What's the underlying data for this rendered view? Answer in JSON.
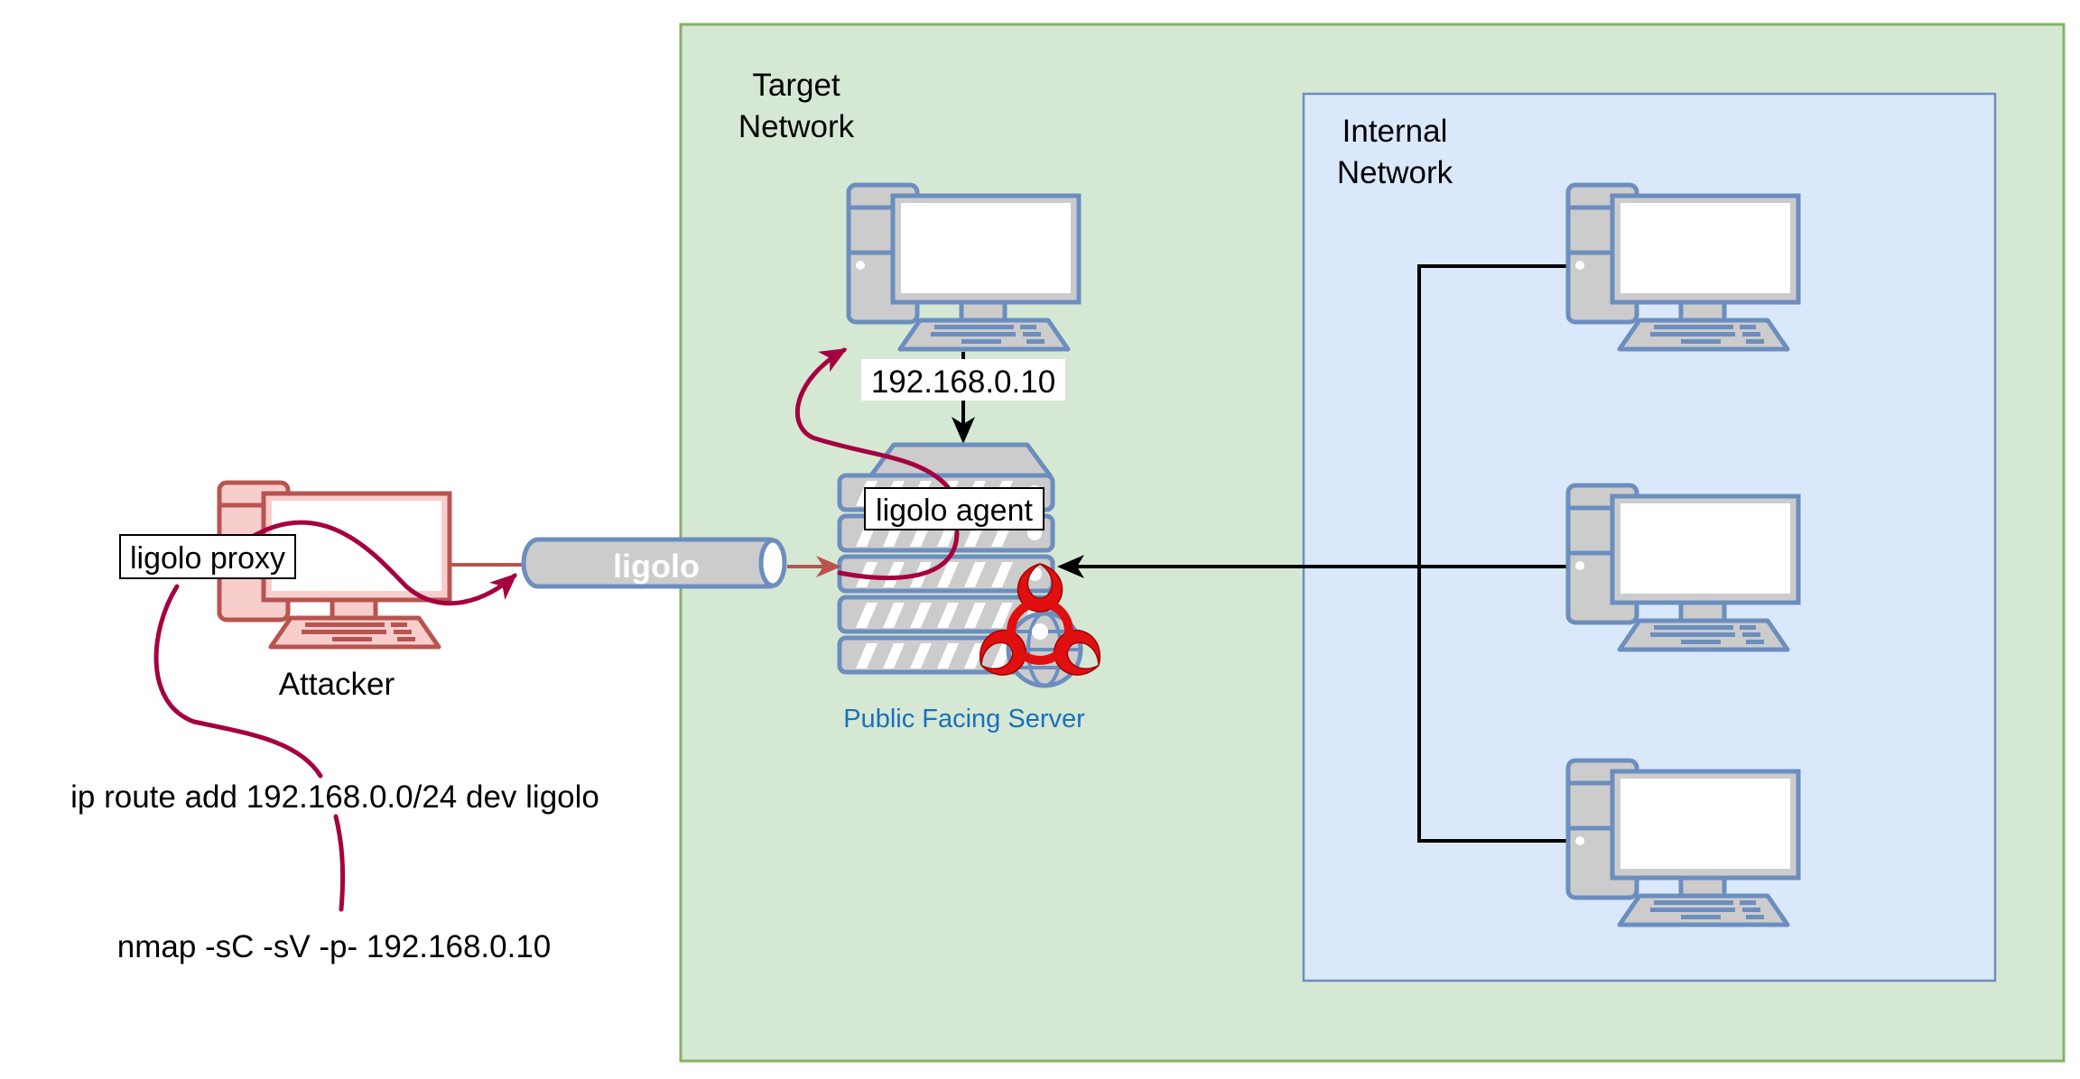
{
  "diagram": {
    "attacker": {
      "label": "Attacker",
      "proxy_label": "ligolo proxy",
      "colors": {
        "stroke": "#b85450",
        "fill": "#f8cecc"
      }
    },
    "tunnel": {
      "label": "ligolo"
    },
    "commands": [
      "ip route add 192.168.0.0/24 dev ligolo",
      "nmap -sC -sV -p- 192.168.0.10"
    ],
    "target_network": {
      "title_line1": "Target",
      "title_line2": "Network",
      "fill": "#d5e8d4",
      "stroke": "#82b366",
      "target_host_ip": "192.168.0.10",
      "server": {
        "label": "Public Facing Server",
        "agent_label": "ligolo agent",
        "label_color": "#1a6fbf",
        "compromised_icon": "biohazard-icon"
      }
    },
    "internal_network": {
      "title_line1": "Internal",
      "title_line2": "Network",
      "fill": "#dae8fc",
      "stroke": "#6c8ebf",
      "hosts": [
        {
          "name": "internal-host-1"
        },
        {
          "name": "internal-host-2"
        },
        {
          "name": "internal-host-3"
        }
      ]
    },
    "flow_color": "#a50040"
  }
}
